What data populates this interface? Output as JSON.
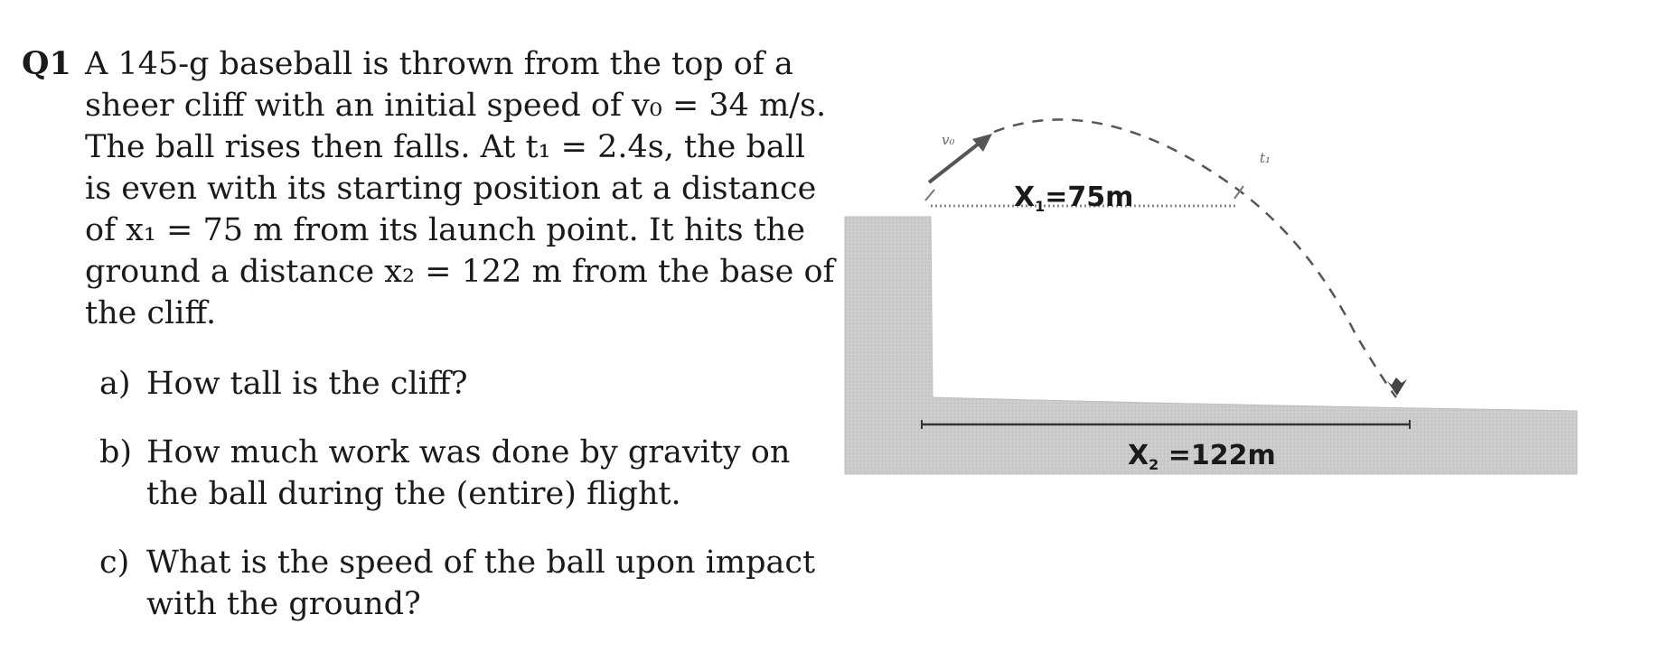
{
  "question": {
    "number": "Q1",
    "lines": [
      "A 145-g baseball is thrown from the top of a",
      "sheer cliff with an initial speed of v₀ = 34 m/s.",
      "The ball rises then falls. At t₁ = 2.4s, the ball",
      "is even with its starting position at a distance",
      "of x₁ = 75 m from its launch point. It hits the",
      "ground a distance x₂ = 122 m from the base of",
      "the cliff."
    ]
  },
  "parts": [
    {
      "letter": "a)",
      "lines": [
        "How tall is the cliff?"
      ]
    },
    {
      "letter": "b)",
      "lines": [
        "How much work was done by gravity on",
        "the ball during the (entire) flight."
      ]
    },
    {
      "letter": "c)",
      "lines": [
        "What is the speed of the ball upon impact",
        "with the ground?"
      ]
    }
  ],
  "figure": {
    "x1_label_main": "X",
    "x1_label_sub": "1",
    "x1_label_value": "=75m",
    "x2_label_main": "X",
    "x2_label_sub": "2",
    "x2_label_value": " =122m",
    "v0_label": "v₀",
    "t1_label": "t₁",
    "colors": {
      "ground": "#c8c8c8",
      "text": "#1a1a1a",
      "path": "#444444"
    }
  }
}
